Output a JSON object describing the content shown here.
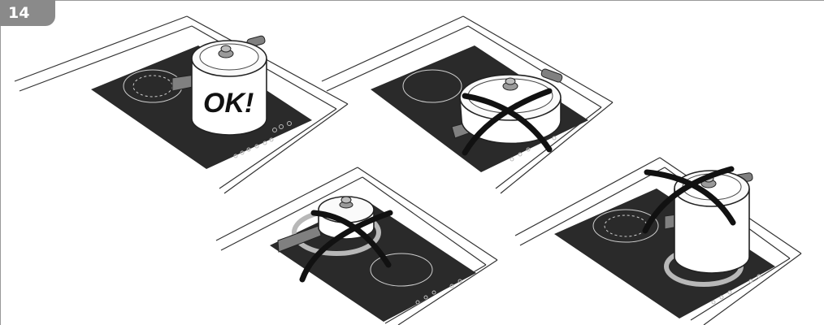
{
  "figure_number": "14",
  "ok_label": "OK!",
  "colors": {
    "hob_glass": "#2a2a2a",
    "zone_line": "#d0d0d0",
    "counter_line": "#333333",
    "pot_fill": "#ffffff",
    "handle": "#808080",
    "cross": "#111111",
    "badge": "#8a8a8a",
    "hot_zone": "#b8b8b8"
  },
  "scenes": [
    {
      "id": "correct-pot-size",
      "verdict": "correct"
    },
    {
      "id": "pan-too-large",
      "verdict": "wrong"
    },
    {
      "id": "pan-too-small",
      "verdict": "wrong"
    },
    {
      "id": "pot-off-center",
      "verdict": "wrong"
    }
  ]
}
